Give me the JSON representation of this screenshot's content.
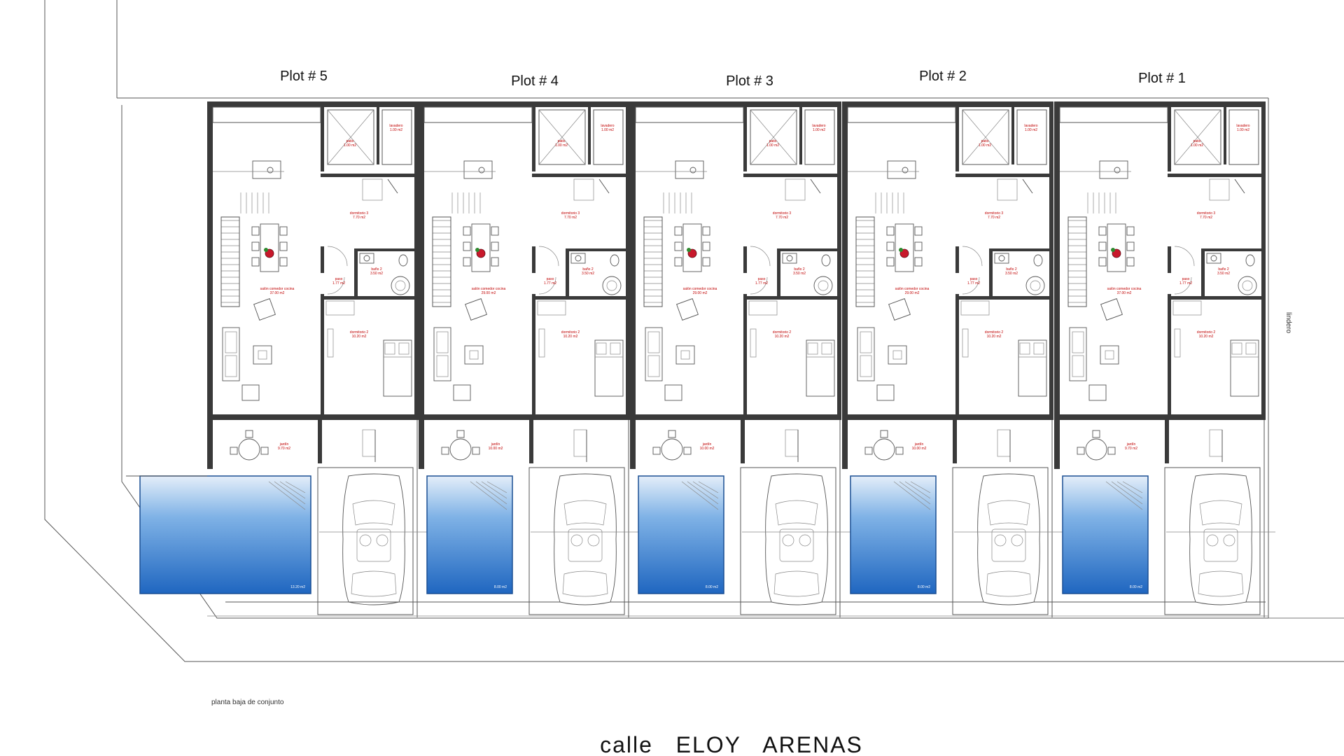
{
  "street_label": "calle   ELOY   ARENAS",
  "drawing_title": "planta baja de conjunto",
  "side_label": "lindero",
  "plots": [
    {
      "label": "Plot # 5",
      "rooms": {
        "bath1": [
          "lavadero",
          "1.00 m2"
        ],
        "bedroom3": [
          "dormitorio 3",
          "7.70 m2"
        ],
        "living": [
          "salón comedor cocina",
          "37.00 m2"
        ],
        "hall": [
          "paso",
          "1.77 m2"
        ],
        "bath2": [
          "baño 2",
          "3.50 m2"
        ],
        "bedroom2": [
          "dormitorio 2",
          "10.20 m2"
        ],
        "patio": [
          "jardín",
          "9.70 m2"
        ],
        "laundry": [
          "patio",
          "1.00 m2"
        ]
      },
      "pool_label": "13.20 m2"
    },
    {
      "label": "Plot # 4",
      "rooms": {
        "bath1": [
          "lavadero",
          "1.00 m2"
        ],
        "bedroom3": [
          "dormitorio 3",
          "7.70 m2"
        ],
        "living": [
          "salón comedor cocina",
          "29.00 m2"
        ],
        "hall": [
          "paso",
          "1.77 m2"
        ],
        "bath2": [
          "baño 2",
          "3.50 m2"
        ],
        "bedroom2": [
          "dormitorio 2",
          "10.20 m2"
        ],
        "patio": [
          "jardín",
          "10.00 m2"
        ],
        "laundry": [
          "patio",
          "1.00 m2"
        ]
      },
      "pool_label": "8.00 m2"
    },
    {
      "label": "Plot # 3",
      "rooms": {
        "bath1": [
          "lavadero",
          "1.00 m2"
        ],
        "bedroom3": [
          "dormitorio 3",
          "7.70 m2"
        ],
        "living": [
          "salón comedor cocina",
          "29.00 m2"
        ],
        "hall": [
          "paso",
          "1.77 m2"
        ],
        "bath2": [
          "baño 2",
          "3.50 m2"
        ],
        "bedroom2": [
          "dormitorio 2",
          "10.20 m2"
        ],
        "patio": [
          "jardín",
          "10.00 m2"
        ],
        "laundry": [
          "patio",
          "1.00 m2"
        ]
      },
      "pool_label": "8.00 m2"
    },
    {
      "label": "Plot # 2",
      "rooms": {
        "bath1": [
          "lavadero",
          "1.00 m2"
        ],
        "bedroom3": [
          "dormitorio 3",
          "7.70 m2"
        ],
        "living": [
          "salón comedor cocina",
          "29.00 m2"
        ],
        "hall": [
          "paso",
          "1.77 m2"
        ],
        "bath2": [
          "baño 2",
          "3.50 m2"
        ],
        "bedroom2": [
          "dormitorio 2",
          "10.20 m2"
        ],
        "patio": [
          "jardín",
          "10.00 m2"
        ],
        "laundry": [
          "patio",
          "1.00 m2"
        ]
      },
      "pool_label": "8.00 m2"
    },
    {
      "label": "Plot # 1",
      "rooms": {
        "bath1": [
          "lavadero",
          "1.00 m2"
        ],
        "bedroom3": [
          "dormitorio 3",
          "7.70 m2"
        ],
        "living": [
          "salón comedor cocina",
          "37.00 m2"
        ],
        "hall": [
          "paso",
          "1.77 m2"
        ],
        "bath2": [
          "baño 2",
          "3.50 m2"
        ],
        "bedroom2": [
          "dormitorio 2",
          "10.20 m2"
        ],
        "patio": [
          "jardín",
          "9.70 m2"
        ],
        "laundry": [
          "patio",
          "1.00 m2"
        ]
      },
      "pool_label": "8.00 m2"
    }
  ],
  "colors": {
    "wall": "#3a3a3a",
    "pool": "#1f6fc8",
    "pool_light": "#dbe9f7",
    "room_text": "#c00000"
  }
}
